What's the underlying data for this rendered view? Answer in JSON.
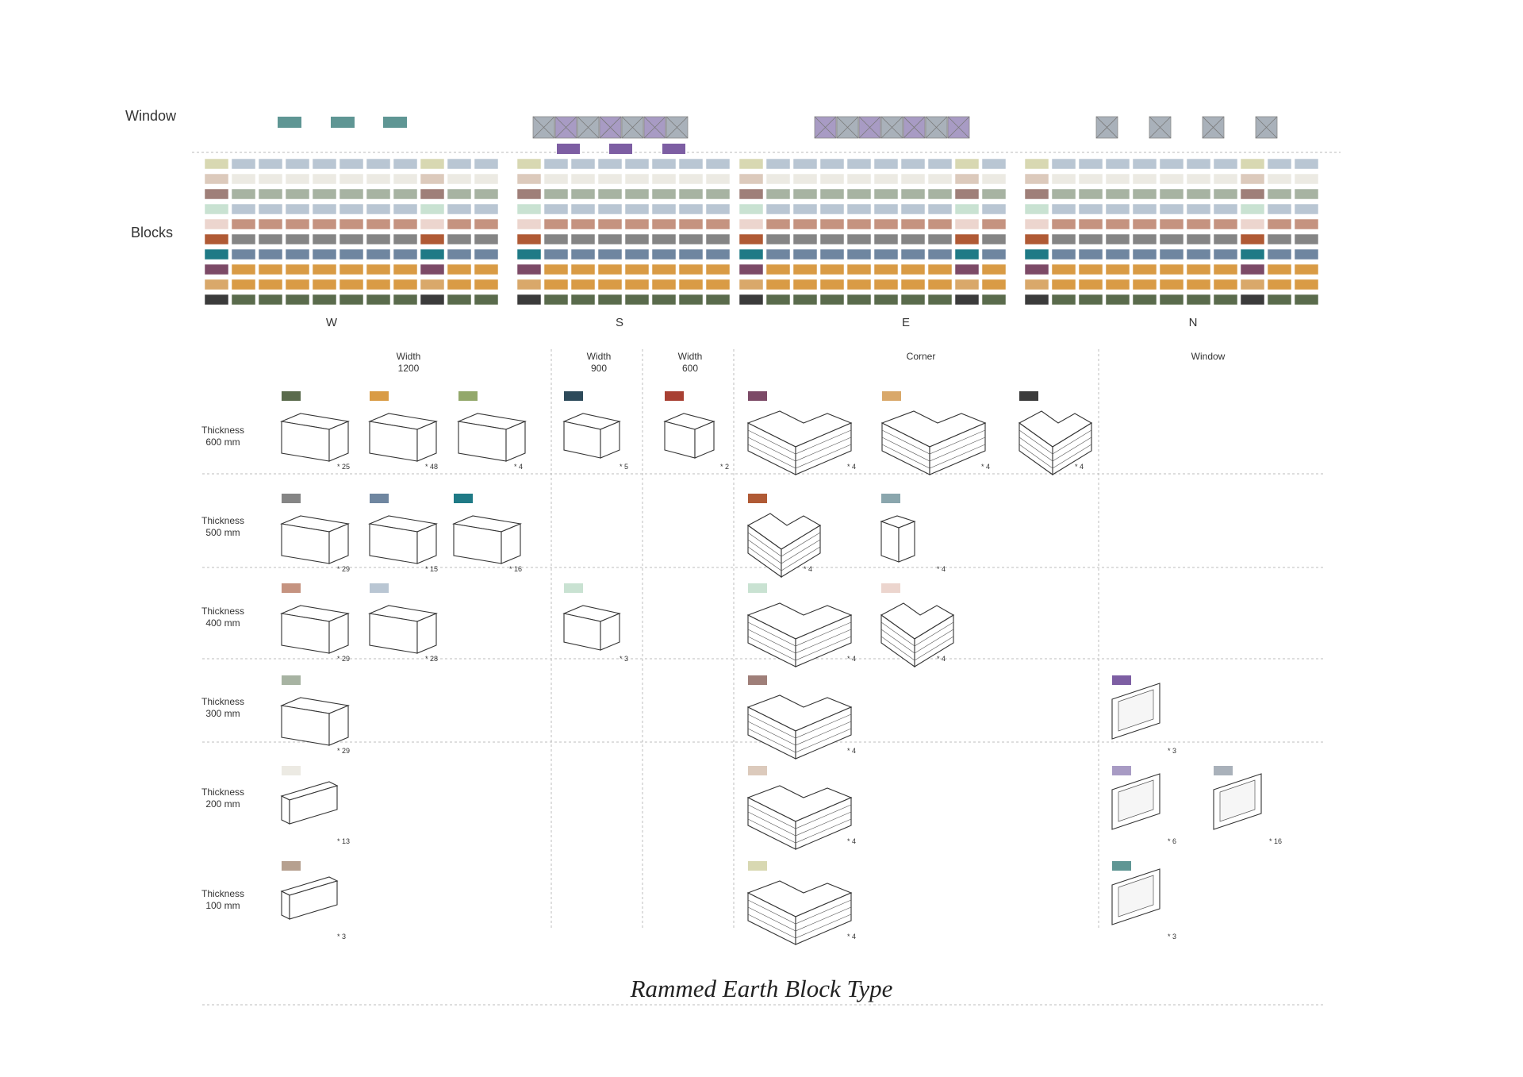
{
  "labels": {
    "window": "Window",
    "blocks": "Blocks",
    "directions": [
      "W",
      "S",
      "E",
      "N"
    ],
    "columns": [
      {
        "l1": "Width",
        "l2": "1200"
      },
      {
        "l1": "Width",
        "l2": "900"
      },
      {
        "l1": "Width",
        "l2": "600"
      },
      {
        "l1": "Corner",
        "l2": ""
      },
      {
        "l1": "Window",
        "l2": ""
      }
    ],
    "rows": [
      {
        "l1": "Thickness",
        "l2": "600 mm"
      },
      {
        "l1": "Thickness",
        "l2": "500 mm"
      },
      {
        "l1": "Thickness",
        "l2": "400 mm"
      },
      {
        "l1": "Thickness",
        "l2": "300 mm"
      },
      {
        "l1": "Thickness",
        "l2": "200 mm"
      },
      {
        "l1": "Thickness",
        "l2": "100 mm"
      }
    ],
    "title": "Rammed Earth Block Type"
  },
  "colors": {
    "dark": "#3b3b3b",
    "olive": "#5a6b4c",
    "tan": "#d9a86a",
    "orange": "#d99b45",
    "lime": "#93a86b",
    "plum": "#7c4a67",
    "teal": "#1f7a86",
    "steel": "#6f86a0",
    "sky": "#8aa6ad",
    "gray": "#858585",
    "rust": "#b05a35",
    "clay": "#c59380",
    "pale": "#b9c6d3",
    "pink": "#ecd5ce",
    "mint": "#c9e2d2",
    "sage": "#a7b3a2",
    "mauve": "#9f7f79",
    "cream": "#eceae3",
    "sand": "#b6a08f",
    "beige": "#dccabc",
    "khaki": "#d8d8b2",
    "navy": "#2d4a5a",
    "red": "#a84033",
    "win_purple": "#7d5ea3",
    "win_lilac": "#a89bc4",
    "win_gray": "#a9b1ba",
    "win_teal": "#5f9694"
  },
  "cells": [
    {
      "id": "r0c0a",
      "color": "olive",
      "count": "* 25"
    },
    {
      "id": "r0c0b",
      "color": "orange",
      "count": "* 48"
    },
    {
      "id": "r0c0c",
      "color": "lime",
      "count": "* 4"
    },
    {
      "id": "r0c1",
      "color": "navy",
      "count": "* 5"
    },
    {
      "id": "r0c2",
      "color": "red",
      "count": "* 2"
    },
    {
      "id": "r0c3a",
      "color": "plum",
      "count": "* 4"
    },
    {
      "id": "r0c3b",
      "color": "tan",
      "count": "* 4"
    },
    {
      "id": "r0c3c",
      "color": "dark",
      "count": "* 4"
    },
    {
      "id": "r1c0a",
      "color": "gray",
      "count": "* 29"
    },
    {
      "id": "r1c0b",
      "color": "steel",
      "count": "* 15"
    },
    {
      "id": "r1c0c",
      "color": "teal",
      "count": "* 16"
    },
    {
      "id": "r1c3a",
      "color": "rust",
      "count": "* 4"
    },
    {
      "id": "r1c3b",
      "color": "sky",
      "count": "* 4"
    },
    {
      "id": "r2c0a",
      "color": "clay",
      "count": "* 29"
    },
    {
      "id": "r2c0b",
      "color": "pale",
      "count": "* 28"
    },
    {
      "id": "r2c1",
      "color": "mint",
      "count": "* 3"
    },
    {
      "id": "r2c3a",
      "color": "mint",
      "count": "* 4"
    },
    {
      "id": "r2c3b",
      "color": "pink",
      "count": "* 4"
    },
    {
      "id": "r3c0",
      "color": "sage",
      "count": "* 29"
    },
    {
      "id": "r3c3",
      "color": "mauve",
      "count": "* 4"
    },
    {
      "id": "r3c4",
      "color": "win_purple",
      "count": "* 3"
    },
    {
      "id": "r4c0",
      "color": "cream",
      "count": "* 13"
    },
    {
      "id": "r4c3",
      "color": "beige",
      "count": "* 4"
    },
    {
      "id": "r4c4a",
      "color": "win_lilac",
      "count": "* 6"
    },
    {
      "id": "r4c4b",
      "color": "win_gray",
      "count": "* 16"
    },
    {
      "id": "r5c0",
      "color": "sand",
      "count": "* 3"
    },
    {
      "id": "r5c3",
      "color": "khaki",
      "count": "* 4"
    },
    {
      "id": "r5c4",
      "color": "win_teal",
      "count": "* 3"
    }
  ]
}
